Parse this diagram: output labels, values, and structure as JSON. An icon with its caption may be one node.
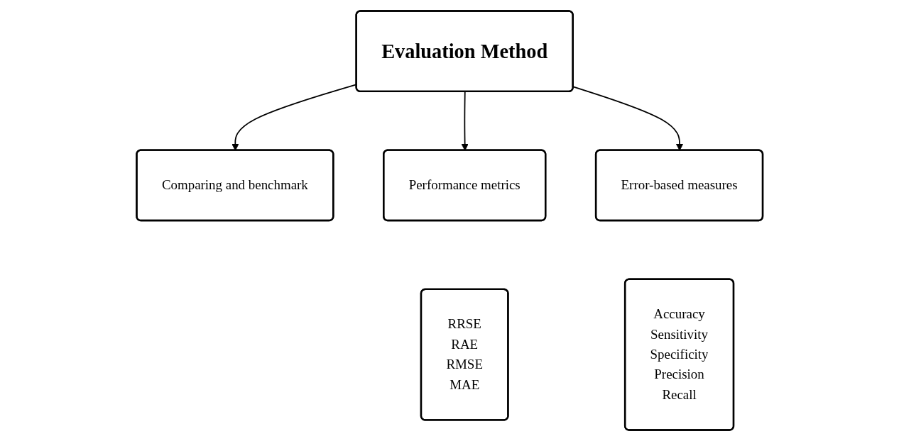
{
  "diagram": {
    "nodes": [
      {
        "text": [
          "Evaluation Method"
        ]
      },
      {
        "text": [
          "Comparing and benchmark"
        ]
      },
      {
        "text": [
          "Performance metrics"
        ]
      },
      {
        "text": [
          "Error-based measures"
        ]
      },
      {
        "text": [
          "RRSE",
          "RAE",
          "RMSE",
          "MAE"
        ]
      },
      {
        "text": [
          "Accuracy",
          "Sensitivity",
          "Specificity",
          "Precision",
          "Recall"
        ]
      }
    ],
    "edges": [
      {
        "from": 0,
        "to": 1,
        "arrow": "to"
      },
      {
        "from": 0,
        "to": 2,
        "arrow": "to"
      },
      {
        "from": 0,
        "to": 3,
        "arrow": "to"
      }
    ]
  }
}
